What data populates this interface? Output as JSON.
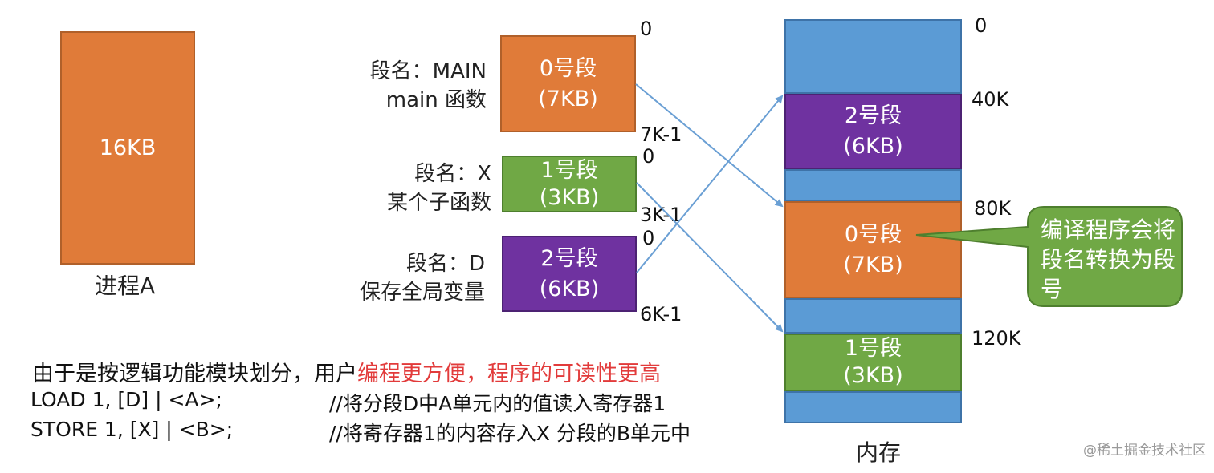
{
  "process": {
    "size": "16KB",
    "label": "进程A"
  },
  "segments": [
    {
      "title": "0号段",
      "size": "(7KB)",
      "name": "段名：MAIN",
      "desc": "main 函数",
      "start": "0",
      "end": "7K-1"
    },
    {
      "title": "1号段",
      "size": "(3KB)",
      "name": "段名：X",
      "desc": "某个子函数",
      "start": "0",
      "end": "3K-1"
    },
    {
      "title": "2号段",
      "size": "(6KB)",
      "name": "段名：D",
      "desc": "保存全局变量",
      "start": "0",
      "end": "6K-1"
    }
  ],
  "memory": {
    "label": "内存",
    "addresses": [
      "0",
      "40K",
      "80K",
      "120K"
    ],
    "blocks": [
      {
        "title": "2号段",
        "size": "(6KB)"
      },
      {
        "title": "0号段",
        "size": "(7KB)"
      },
      {
        "title": "1号段",
        "size": "(3KB)"
      }
    ]
  },
  "callout": {
    "text": "编译程序会将段名转换为段号"
  },
  "notes": {
    "line1_normal": "由于是按逻辑功能模块划分，用户",
    "line1_highlight": "编程更方便，程序的可读性更高",
    "code": [
      {
        "stmt": "LOAD 1, [D] | <A>;",
        "comment": "//将分段D中A单元内的值读入寄存器1"
      },
      {
        "stmt": "STORE 1, [X] | <B>;",
        "comment": "//将寄存器1的内容存入X 分段的B单元中"
      }
    ]
  },
  "watermark": "@稀土掘金技术社区",
  "colors": {
    "orange": "#E07B39",
    "green": "#70A845",
    "purple": "#6F32A0",
    "memory_blue": "#5B9BD5",
    "arrow": "#6A9FD4",
    "callout": "#70A845",
    "highlight_red": "#E23B3B"
  }
}
